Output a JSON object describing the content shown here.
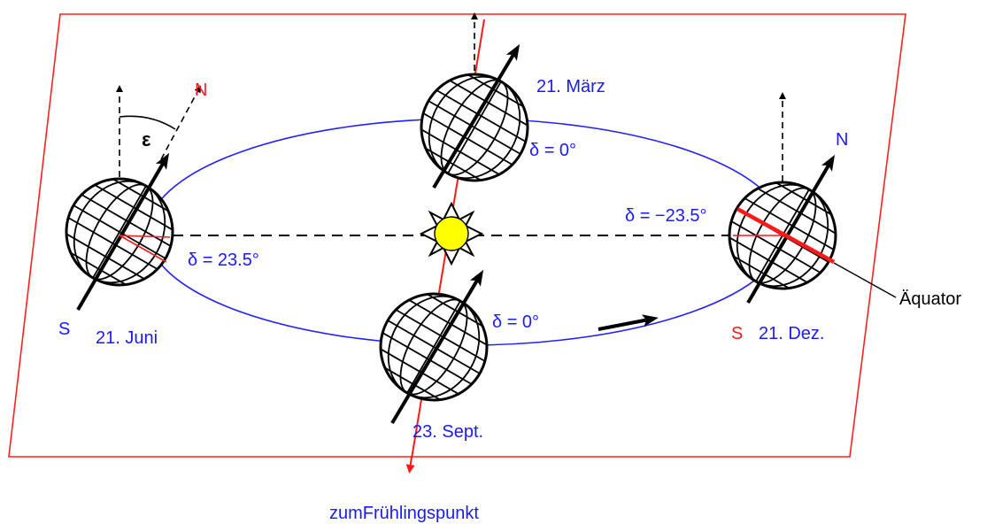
{
  "colors": {
    "plane": "#ff2020",
    "orbit": "#2020ff",
    "label_blue": "#1a1aff",
    "label_red": "#ff1a1a",
    "sun_fill": "#ffff00",
    "sun_stroke": "#000000",
    "axis": "#000000",
    "background": "#ffffff"
  },
  "icons": {
    "sun": "sun-icon",
    "globe": "globe-icon",
    "orbit_direction": "arrow-right-icon"
  },
  "labels": {
    "march_date": "21. März",
    "june_date": "21. Juni",
    "september_date": "23. Sept.",
    "december_date": "21. Dez.",
    "march_declination": "δ = 0°",
    "september_declination": "δ = 0°",
    "june_declination": "δ = 23.5°",
    "december_declination": "δ = −23.5°",
    "june_north": "N",
    "june_south": "S",
    "december_north": "N",
    "december_south": "S",
    "obliquity": "ε",
    "equator": "Äquator",
    "vernal_point": "zumFrühlingspunkt"
  }
}
